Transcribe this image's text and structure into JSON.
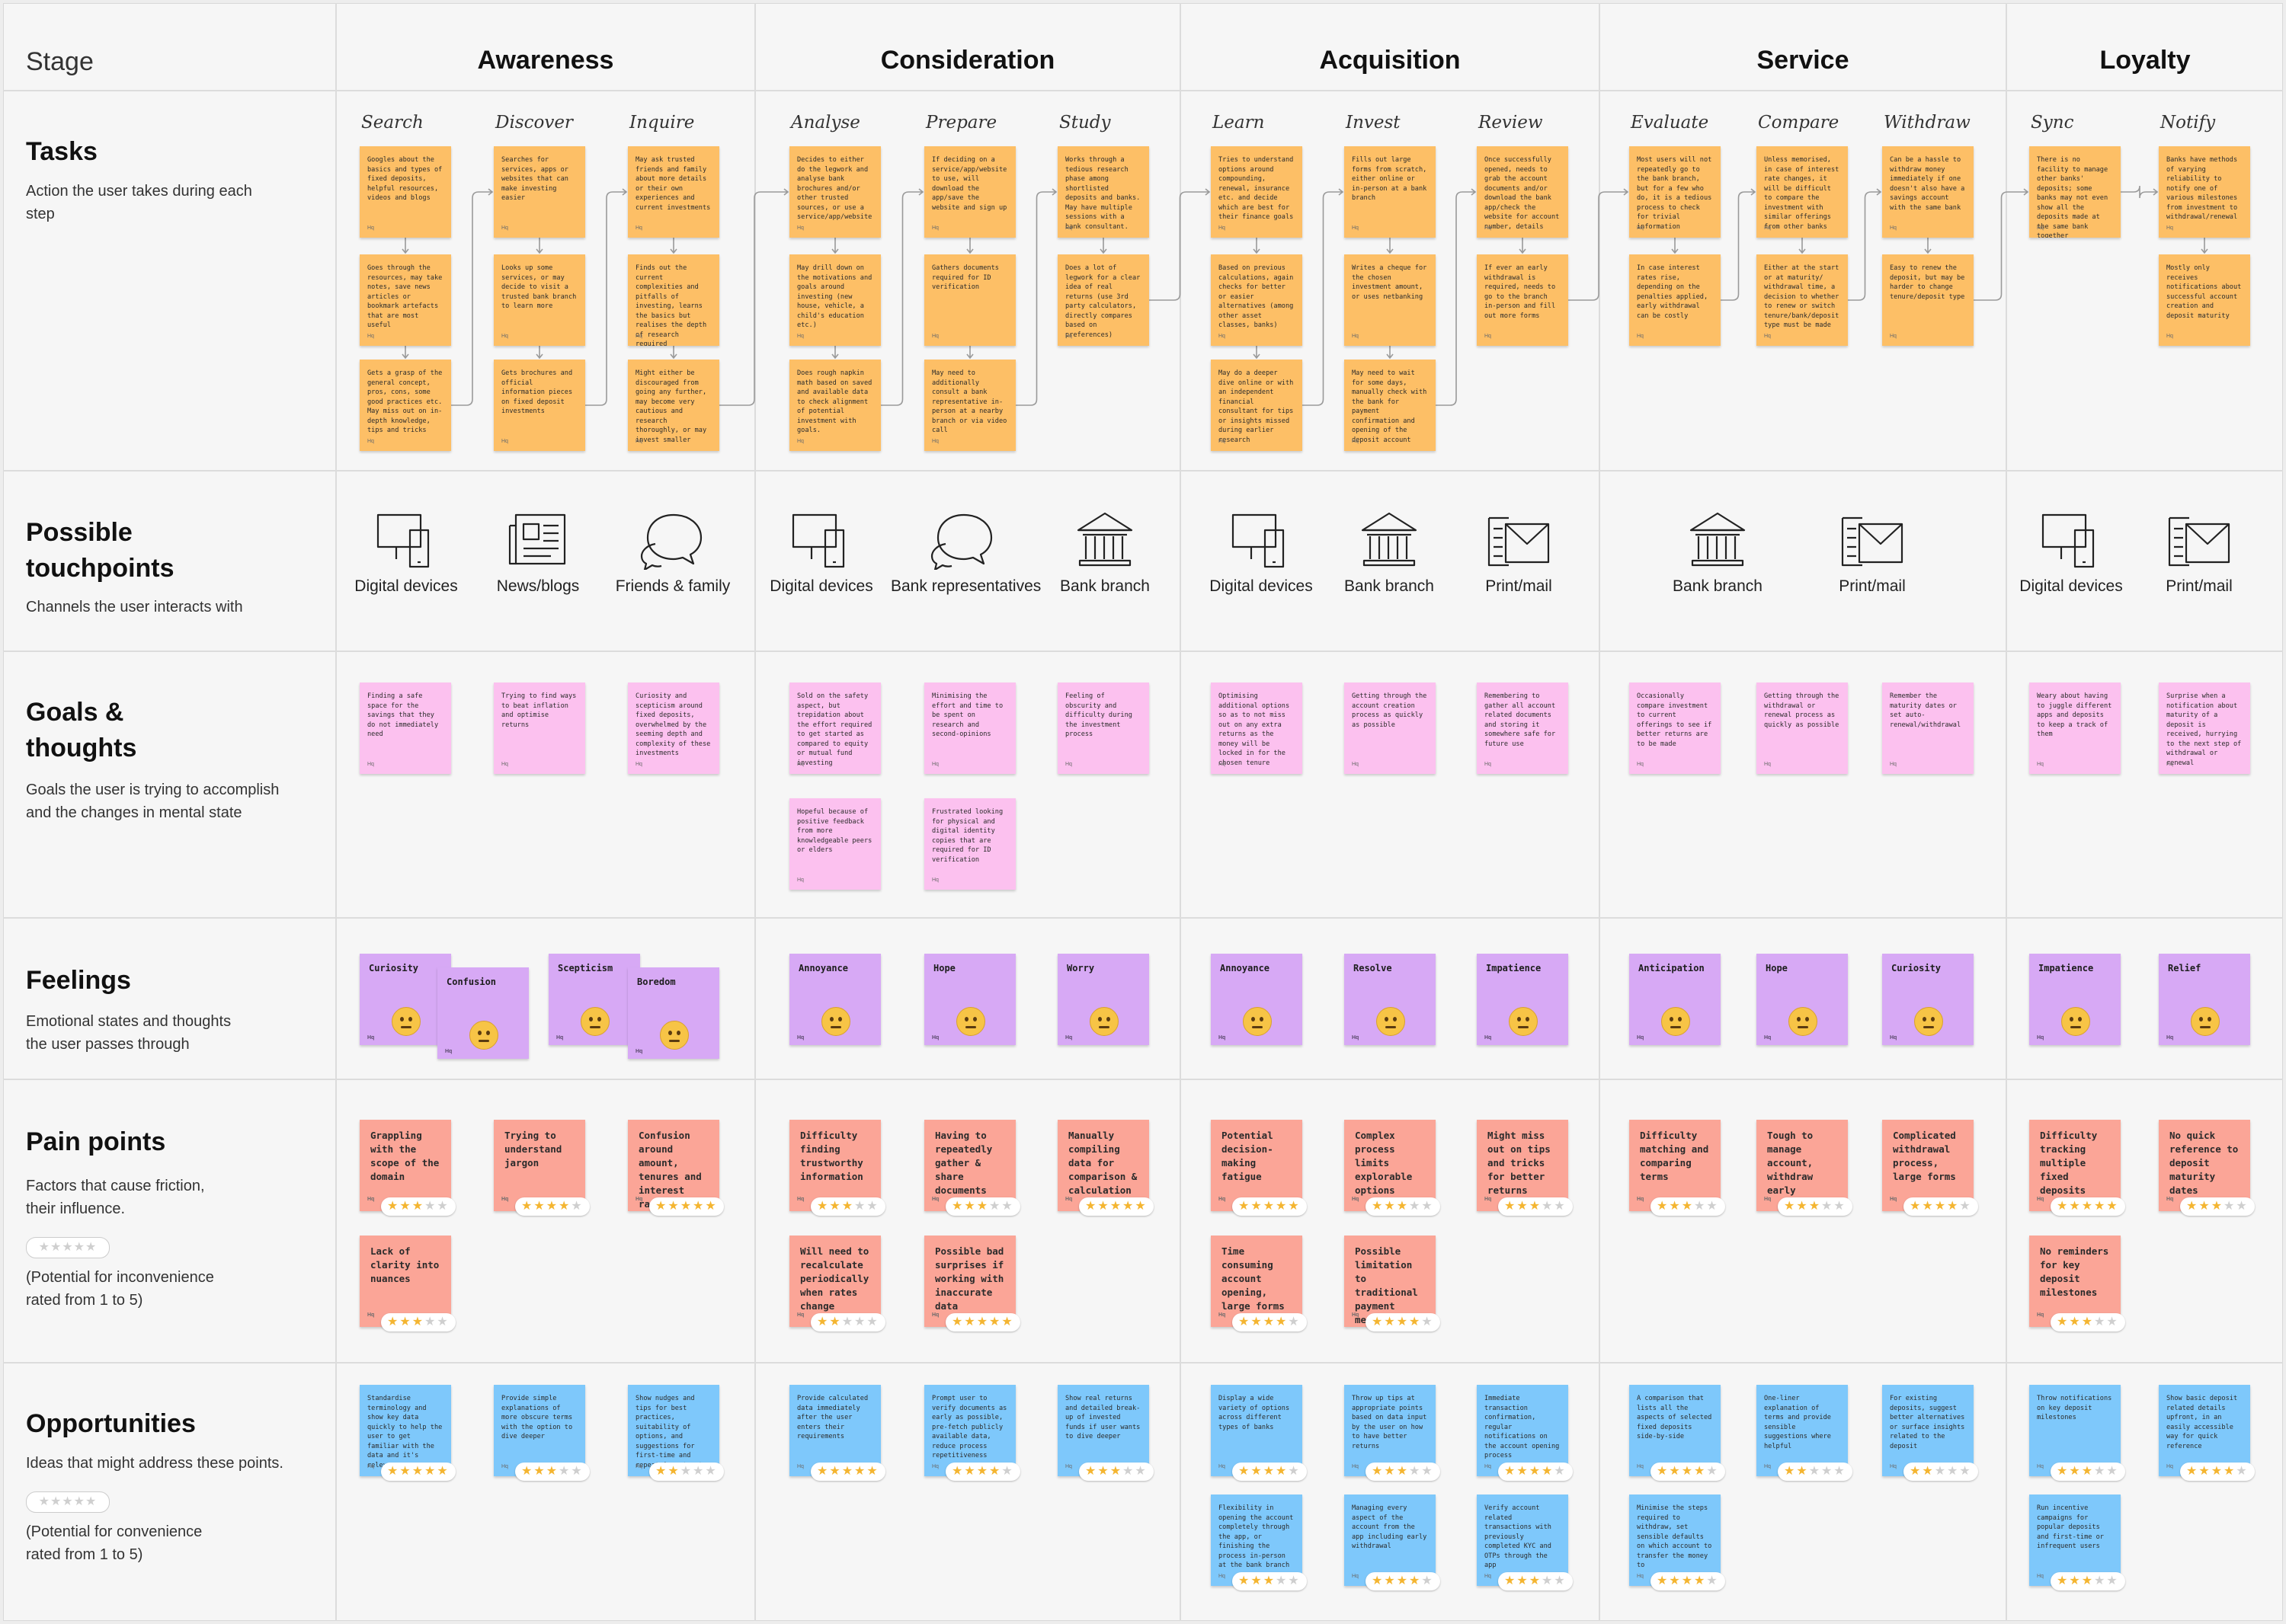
{
  "stage_label": "Stage",
  "stages": [
    "Awareness",
    "Consideration",
    "Acquisition",
    "Service",
    "Loyalty"
  ],
  "rows": {
    "tasks": {
      "title": "Tasks",
      "desc": "Action the user takes during each step"
    },
    "touchpoints": {
      "title": "Possible touchpoints",
      "desc": "Channels the user interacts with"
    },
    "goals": {
      "title": "Goals & thoughts",
      "desc": "Goals the user is trying to accomplish and the changes in mental state"
    },
    "feelings": {
      "title": "Feelings",
      "desc": "Emotional states and thoughts the user passes through"
    },
    "pain": {
      "title": "Pain points",
      "desc": "Factors that cause friction, their influence.",
      "legend_stars": "★★★★★",
      "legend_text": "(Potential for inconvenience rated from 1 to 5)"
    },
    "opps": {
      "title": "Opportunities",
      "desc": "Ideas that might address these points.",
      "legend_stars": "★★★★★",
      "legend_text": "(Potential for convenience rated from 1 to 5)"
    }
  },
  "substeps": [
    "Search",
    "Discover",
    "Inquire",
    "Analyse",
    "Prepare",
    "Study",
    "Learn",
    "Invest",
    "Review",
    "Evaluate",
    "Compare",
    "Withdraw",
    "Sync",
    "Notify"
  ],
  "note_tag": "Hq",
  "tasks": [
    [
      "Googles about the basics and types of fixed deposits, helpful resources, videos and blogs",
      "Goes through the resources, may take notes, save news articles or bookmark artefacts that are most useful",
      "Gets a grasp of the general concept, pros, cons, some good practices etc. May miss out on in-depth knowledge, tips and tricks"
    ],
    [
      "Searches for services, apps or websites that can make investing easier",
      "Looks up some services, or may decide to visit a trusted bank branch to learn more",
      "Gets brochures and official information pieces on fixed deposit investments"
    ],
    [
      "May ask trusted friends and family about more details or their own experiences and current investments",
      "Finds out the current complexities and pitfalls of investing, learns the basics but realises the depth of research required",
      "Might either be discouraged from going any further, may become very cautious and research thoroughly, or may invest smaller"
    ],
    [
      "Decides to either do the legwork and analyse bank brochures and/or other trusted sources, or use a service/app/website",
      "May drill down on the motivations and goals around investing (new house, vehicle, a child's education etc.)",
      "Does rough napkin math based on saved and available data to check alignment of potential investment with goals."
    ],
    [
      "If deciding on a service/app/website to use, will download the app/save the website and sign up",
      "Gathers documents required for ID verification",
      "May need to additionally consult a bank representative in-person at a nearby branch or via video call"
    ],
    [
      "Works through a tedious research phase among shortlisted deposits and banks. May have multiple sessions with a bank consultant.",
      "Does a lot of legwork for a clear idea of real returns (use 3rd party calculators, directly compares based on preferences)"
    ],
    [
      "Tries to understand options around compounding, renewal, insurance etc. and decide which are best for their finance goals",
      "Based on previous calculations, again checks for better or easier alternatives (among other asset classes, banks)",
      "May do a deeper dive online or with an independent financial consultant for tips or insights missed during earlier research"
    ],
    [
      "Fills out large forms from scratch, either online or in-person at a bank branch",
      "Writes a cheque for the chosen investment amount, or uses netbanking",
      "May need to wait for some days, manually check with the bank for payment confirmation and opening of the deposit account"
    ],
    [
      "Once successfully opened, needs to grab the account documents and/or download the bank app/check the website for account number, details",
      "If ever an early withdrawal is required, needs to go to the branch in-person and fill out more forms"
    ],
    [
      "Most users will not repeatedly go to the bank branch, but for a few who do, it is a tedious process to check for trivial information",
      "In case interest rates rise, depending on the penalties applied, early withdrawal can be costly"
    ],
    [
      "Unless memorised, in case of interest rate changes, it will be difficult to compare the investment with similar offerings from other banks",
      "Either at the start or at maturity/ withdrawal time, a decision to whether to renew or switch tenure/bank/deposit type must be made"
    ],
    [
      "Can be a hassle to withdraw money immediately if one doesn't also have a savings account with the same bank",
      "Easy to renew the deposit, but may be harder to change tenure/deposit type"
    ],
    [
      "There is no facility to manage other banks' deposits; some banks may not even show all the deposits made at the same bank together"
    ],
    [
      "Banks have methods of varying reliability to notify one of various milestones from investment to withdrawal/renewal",
      "Mostly only receives notifications about successful account creation and deposit maturity"
    ]
  ],
  "touchpoints": [
    {
      "icon": "devices",
      "label": "Digital devices"
    },
    {
      "icon": "news",
      "label": "News/blogs"
    },
    {
      "icon": "chat",
      "label": "Friends & family"
    },
    {
      "icon": "devices",
      "label": "Digital devices"
    },
    {
      "icon": "chat",
      "label": "Bank representatives"
    },
    {
      "icon": "bank",
      "label": "Bank branch"
    },
    {
      "icon": "devices",
      "label": "Digital devices"
    },
    {
      "icon": "bank",
      "label": "Bank branch"
    },
    {
      "icon": "mail",
      "label": "Print/mail"
    },
    {
      "icon": "bank",
      "label": "Bank branch"
    },
    {
      "icon": "mail",
      "label": "Print/mail"
    },
    {
      "icon": "devices",
      "label": "Digital devices"
    },
    {
      "icon": "mail",
      "label": "Print/mail"
    }
  ],
  "goals": [
    [
      "Finding a safe space for the savings that they do not immediately need"
    ],
    [
      "Trying to find ways to beat inflation and optimise returns"
    ],
    [
      "Curiosity and scepticism around fixed deposits, overwhelmed by the seeming depth and complexity of these investments"
    ],
    [
      "Sold on the safety aspect, but trepidation about the effort required to get started as compared to equity or mutual fund investing",
      "Hopeful because of positive feedback from more knowledgeable peers or elders"
    ],
    [
      "Minimising the effort and time to be spent on research and second-opinions",
      "Frustrated looking for physical and digital identity copies that are required for ID verification"
    ],
    [
      "Feeling of obscurity and difficulty during the investment process"
    ],
    [
      "Optimising additional options so as to not miss out on any extra returns as the money will be locked in for the chosen tenure"
    ],
    [
      "Getting through the account creation process as quickly as possible"
    ],
    [
      "Remembering to gather all account related documents and storing it somewhere safe for future use"
    ],
    [
      "Occasionally compare investment to current offerings to see if better returns are to be made"
    ],
    [
      "Getting through the withdrawal or renewal process as quickly as possible"
    ],
    [
      "Remember the maturity dates or set auto-renewal/withdrawal"
    ],
    [
      "Weary about having to juggle different apps and deposits to keep a track of them"
    ],
    [
      "Surprise when a notification about maturity of a deposit is received, hurrying to the next step of withdrawal or renewal"
    ]
  ],
  "feelings": [
    "Curiosity",
    "Confusion",
    "Scepticism",
    "Boredom",
    "Annoyance",
    "Hope",
    "Worry",
    "Annoyance",
    "Resolve",
    "Impatience",
    "Anticipation",
    "Hope",
    "Curiosity",
    "Impatience",
    "Relief"
  ],
  "pain": [
    {
      "text": "Grappling with the scope of the domain",
      "rating": 3
    },
    {
      "text": "Lack of clarity into nuances",
      "rating": 3
    },
    {
      "text": "Trying to understand jargon",
      "rating": 4
    },
    {
      "text": "Confusion around amount, tenures and interest rates",
      "rating": 5
    },
    {
      "text": "Difficulty finding trustworthy information",
      "rating": 3
    },
    {
      "text": "Will need to recalculate periodically when rates change",
      "rating": 2
    },
    {
      "text": "Having to repeatedly gather & share documents",
      "rating": 3
    },
    {
      "text": "Possible bad surprises if working with inaccurate data",
      "rating": 5
    },
    {
      "text": "Manually compiling data for comparison & calculation",
      "rating": 5
    },
    {
      "text": "Potential decision-making fatigue",
      "rating": 5
    },
    {
      "text": "Time consuming account opening, large forms",
      "rating": 4
    },
    {
      "text": "Complex process limits explorable options",
      "rating": 3
    },
    {
      "text": "Possible limitation to traditional payment method",
      "rating": 4
    },
    {
      "text": "Might miss out on tips and tricks for better returns",
      "rating": 3
    },
    {
      "text": "Difficulty matching and comparing terms",
      "rating": 3
    },
    {
      "text": "Tough to manage account, withdraw early",
      "rating": 3
    },
    {
      "text": "Complicated withdrawal process, large forms",
      "rating": 4
    },
    {
      "text": "Difficulty tracking multiple fixed deposits",
      "rating": 5
    },
    {
      "text": "No reminders for key deposit milestones",
      "rating": 3
    },
    {
      "text": "No quick reference to deposit maturity dates",
      "rating": 3
    }
  ],
  "opps": [
    {
      "text": "Standardise terminology and show key data quickly to help the user to get familiar with the data and it's relevance",
      "rating": 5
    },
    {
      "text": "Provide simple explanations of more obscure terms with the option to dive deeper",
      "rating": 3
    },
    {
      "text": "Show nudges and tips for best practices, suitability of options, and suggestions for first-time and repeat investments",
      "rating": 2
    },
    {
      "text": "Provide calculated data immediately after the user enters their requirements",
      "rating": 5
    },
    {
      "text": "Prompt user to verify documents as early as possible, pre-fetch publicly available data, reduce process repetitiveness",
      "rating": 4
    },
    {
      "text": "Show real returns and detailed break-up of invested funds if user wants to dive deeper",
      "rating": 3
    },
    {
      "text": "Display a wide variety of options across different types of banks",
      "rating": 4
    },
    {
      "text": "Flexibility in opening the account completely through the app, or finishing the process in-person at the bank branch",
      "rating": 3
    },
    {
      "text": "Throw up tips at appropriate points based on data input by the user on how to have better returns",
      "rating": 3
    },
    {
      "text": "Managing every aspect of the account from the app including early withdrawal",
      "rating": 4
    },
    {
      "text": "Immediate transaction confirmation, regular notifications on the account opening process",
      "rating": 4
    },
    {
      "text": "Verify account related transactions with previously completed KYC and OTPs through the app",
      "rating": 3
    },
    {
      "text": "A comparison that lists all the aspects of selected fixed deposits side-by-side",
      "rating": 4
    },
    {
      "text": "Minimise the steps required to withdraw, set sensible defaults on which account to transfer the money to",
      "rating": 4
    },
    {
      "text": "One-liner explanation of terms and provide sensible suggestions where helpful",
      "rating": 2
    },
    {
      "text": "For existing deposits, suggest better alternatives or surface insights related to the deposit",
      "rating": 2
    },
    {
      "text": "Throw notifications on key deposit milestones",
      "rating": 3
    },
    {
      "text": "Run incentive campaigns for popular deposits and first-time or infrequent users",
      "rating": 3
    },
    {
      "text": "Show basic deposit related details upfront, in an easily accessible way for quick reference",
      "rating": 4
    }
  ]
}
